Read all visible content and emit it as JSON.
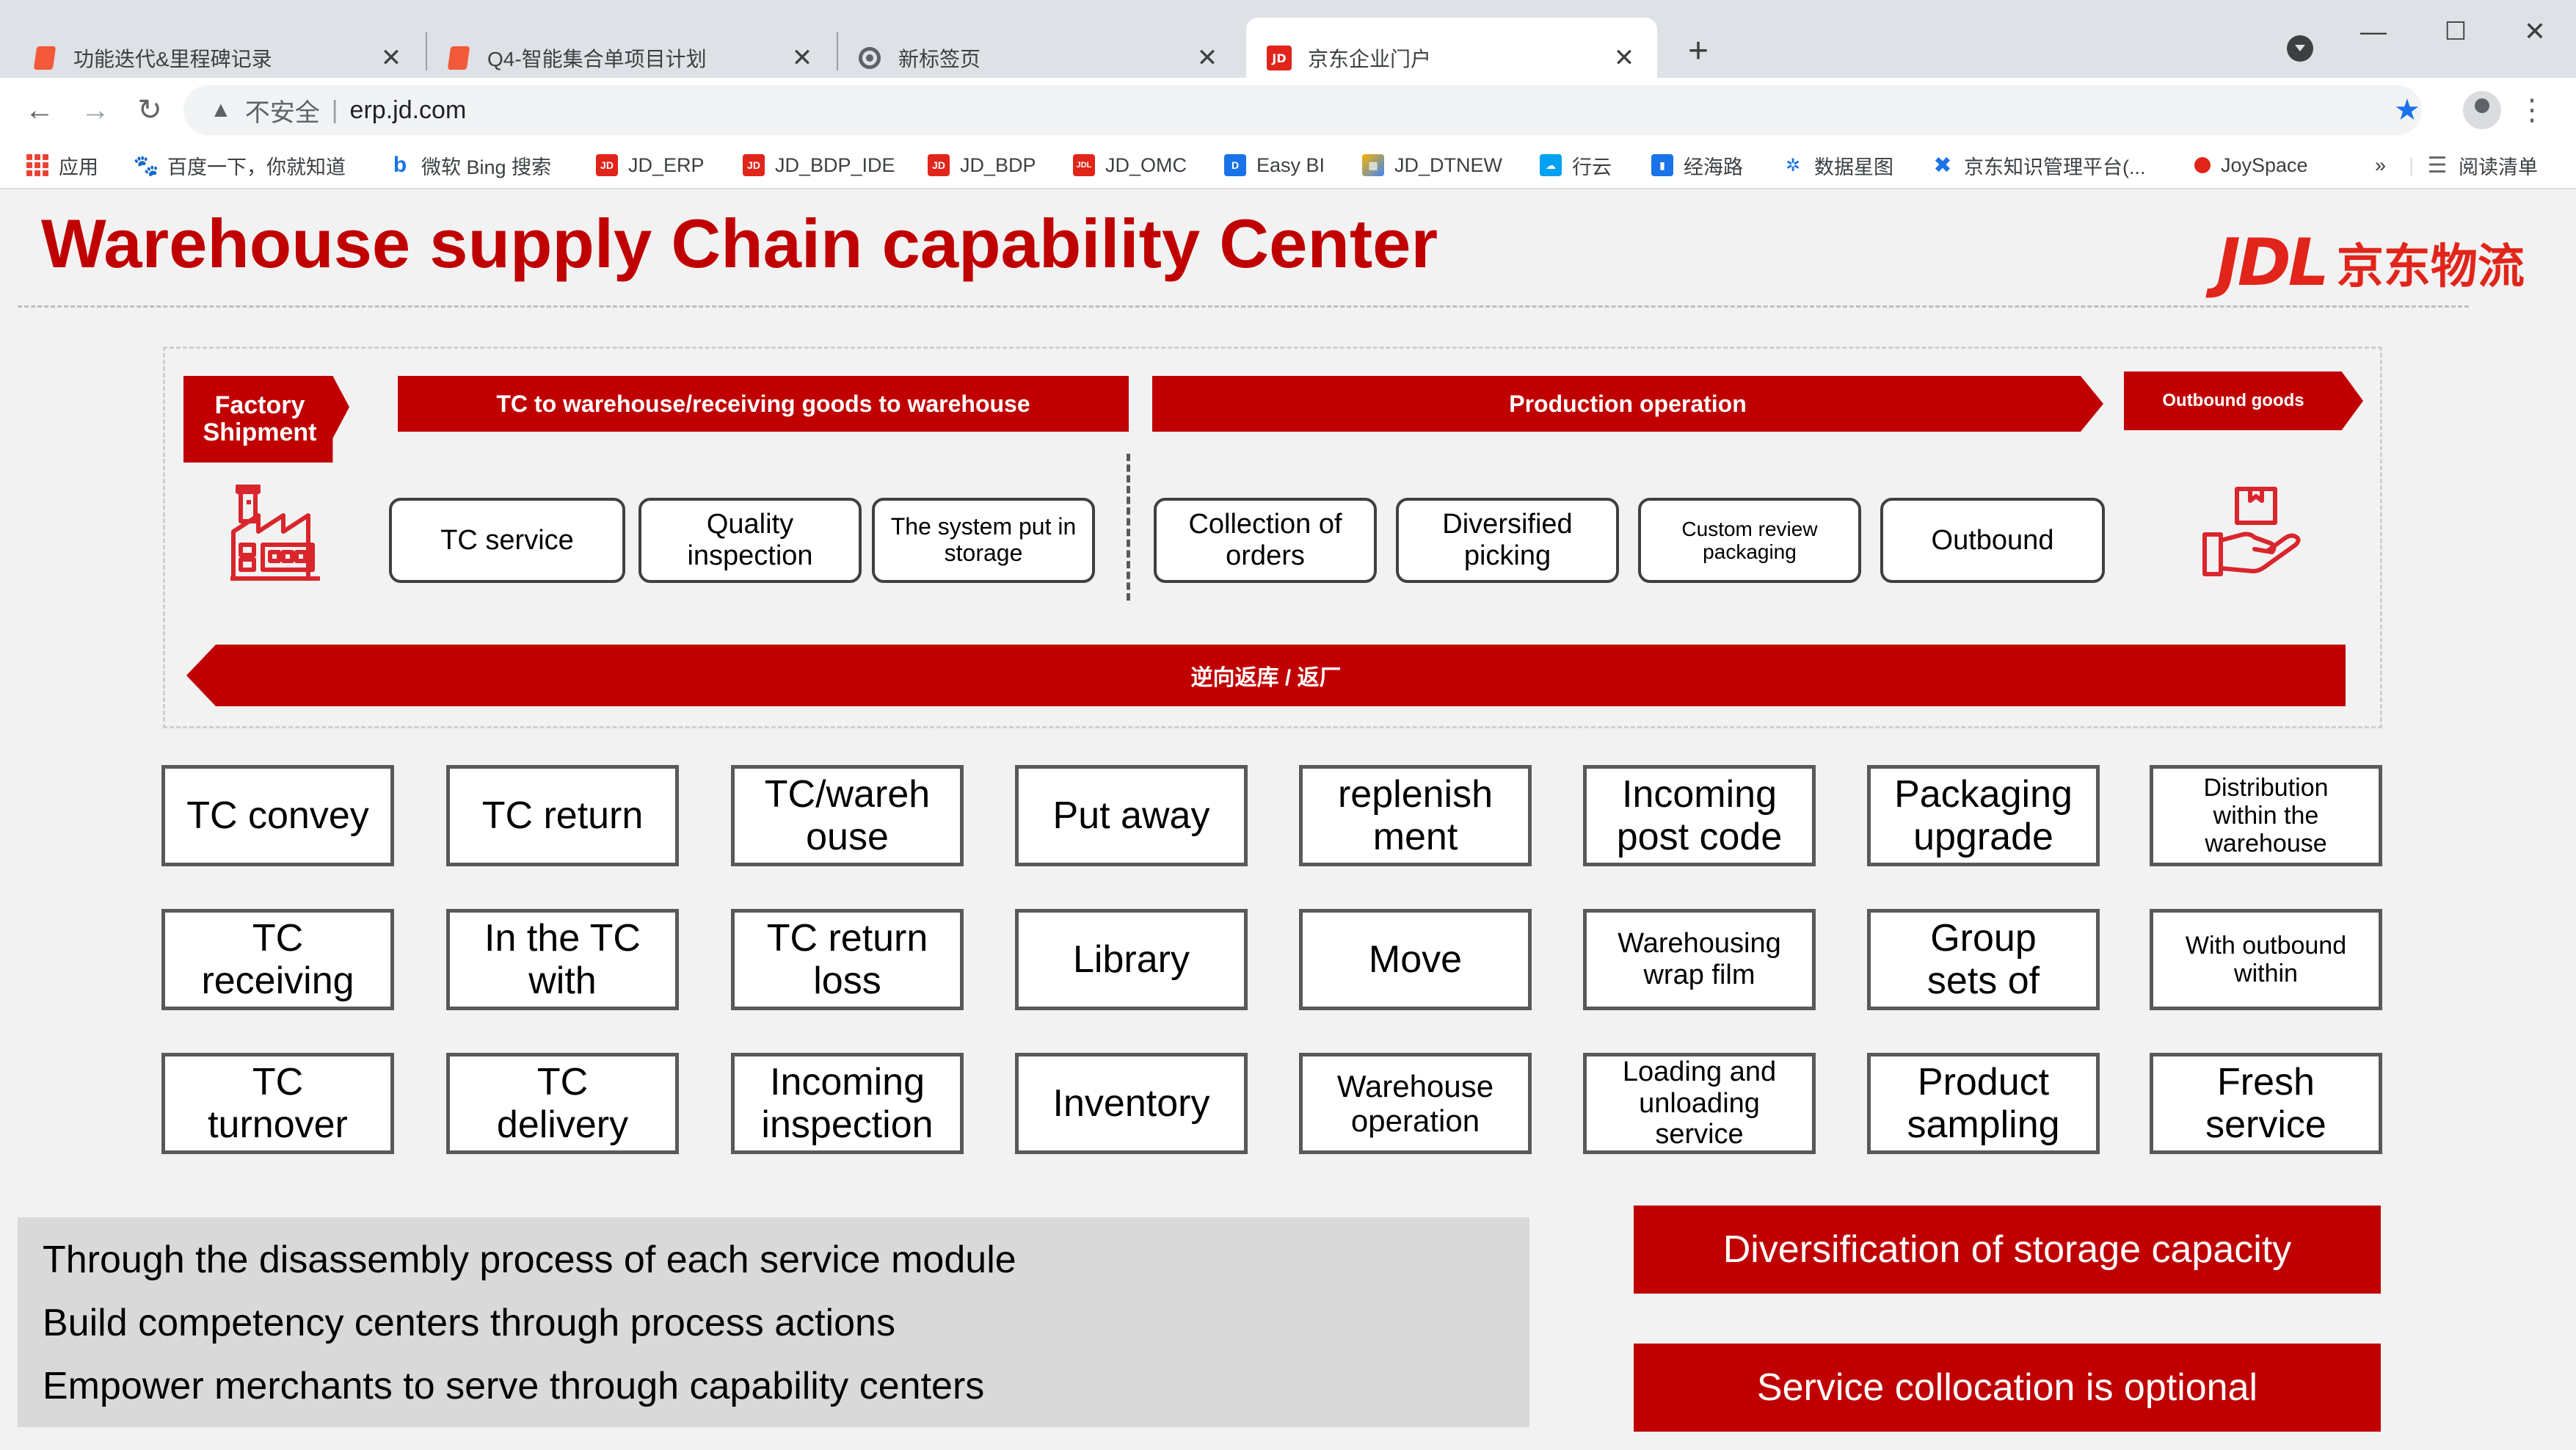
{
  "browser": {
    "tabs": [
      {
        "title": "功能迭代&里程碑记录",
        "icon": "doc-icon"
      },
      {
        "title": "Q4-智能集合单项目计划",
        "icon": "doc-icon"
      },
      {
        "title": "新标签页",
        "icon": "chrome-icon"
      },
      {
        "title": "京东企业门户",
        "icon": "jd-icon",
        "active": true
      }
    ],
    "tab_close_glyph": "✕",
    "new_tab_glyph": "+",
    "window_controls": {
      "minimize": "—",
      "maximize": "☐",
      "close": "✕"
    },
    "address": {
      "security_label": "不安全",
      "url": "erp.jd.com"
    },
    "bookmarks": [
      {
        "label": "应用",
        "icon": "apps-icon"
      },
      {
        "label": "百度一下，你就知道",
        "icon": "baidu-icon"
      },
      {
        "label": "微软 Bing 搜索",
        "icon": "bing-icon"
      },
      {
        "label": "JD_ERP",
        "icon": "jd-icon"
      },
      {
        "label": "JD_BDP_IDE",
        "icon": "jd-icon"
      },
      {
        "label": "JD_BDP",
        "icon": "jd-icon"
      },
      {
        "label": "JD_OMC",
        "icon": "jdl-icon"
      },
      {
        "label": "Easy BI",
        "icon": "easybi-icon"
      },
      {
        "label": "JD_DTNEW",
        "icon": "dtnew-icon"
      },
      {
        "label": "行云",
        "icon": "cloud-icon"
      },
      {
        "label": "经海路",
        "icon": "building-icon"
      },
      {
        "label": "数据星图",
        "icon": "star-map-icon"
      },
      {
        "label": "京东知识管理平台(...",
        "icon": "knowledge-icon"
      },
      {
        "label": "JoySpace",
        "icon": "joyspace-icon"
      }
    ],
    "bookmarks_overflow": "»",
    "reading_list": "阅读清单"
  },
  "slide": {
    "title": "Warehouse supply Chain capability Center",
    "logo": {
      "latin": "JDL",
      "chinese": "京东物流"
    },
    "banners": {
      "factory": "Factory Shipment",
      "tc": "TC to warehouse/receiving goods to warehouse",
      "production": "Production operation",
      "outbound": "Outbound goods"
    },
    "steps": [
      "TC service",
      "Quality inspection",
      "The system put in storage",
      "Collection of orders",
      "Diversified picking",
      "Custom review packaging",
      "Outbound"
    ],
    "reverse_flow": "逆向返库 / 返厂",
    "grid": [
      [
        "TC convey",
        "TC return",
        "TC/wareh ouse",
        "Put away",
        "replenish ment",
        "Incoming post code",
        "Packaging upgrade",
        "Distribution within the warehouse"
      ],
      [
        "TC receiving",
        "In the TC with",
        "TC return loss",
        "Library",
        "Move",
        "Warehousing wrap film",
        "Group sets of",
        "With outbound within"
      ],
      [
        "TC turnover",
        "TC delivery",
        "Incoming inspection",
        "Inventory",
        "Warehouse operation",
        "Loading and unloading service",
        "Product sampling",
        "Fresh service"
      ]
    ],
    "summary": [
      "Through the disassembly process of each service module",
      "Build competency centers through process actions",
      "Empower merchants to serve through capability centers"
    ],
    "cta": [
      "Diversification of storage capacity",
      "Service collocation is optional"
    ],
    "colors": {
      "accent_red": "#c00000",
      "box_border": "#595959",
      "summary_bg": "#d9d9d9"
    }
  }
}
